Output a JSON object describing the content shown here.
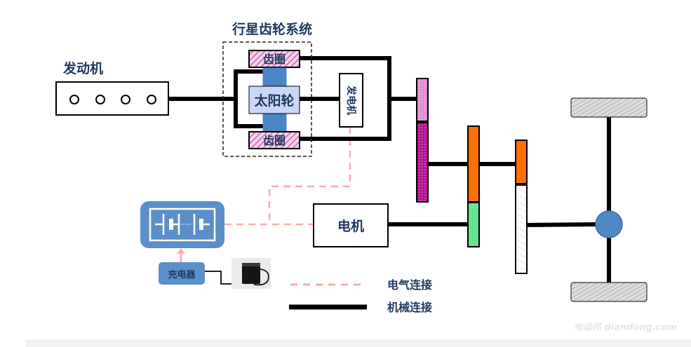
{
  "title": "行星齿轮系统",
  "engine": {
    "label": "发动机",
    "cylinders": 4
  },
  "planetary": {
    "ring_top": "齿圈",
    "sun": "太阳轮",
    "ring_bottom": "齿圈"
  },
  "generator": {
    "label": "发电机"
  },
  "motor": {
    "label": "电机"
  },
  "battery": {
    "icon": "battery-pack-icon"
  },
  "charger": {
    "label": "充电器"
  },
  "legend": {
    "electrical": "电气连接",
    "mechanical": "机械连接"
  },
  "watermark": "电动邦 diandong.com",
  "colors": {
    "text": "#1f3a5f",
    "battery_fill": "#5b8fc9",
    "sun_fill": "#c9d6f5",
    "planet_fill": "#4a86c5",
    "ring_fill": "#e2a8d8",
    "gear_pink_light": "#e08ad4",
    "gear_magenta": "#b0108f",
    "gear_orange": "#ff6f00",
    "gear_green": "#66e590",
    "wheel_hub": "#4f88c6",
    "electrical_line": "#ffaaaa",
    "mechanical_line": "#000000"
  }
}
